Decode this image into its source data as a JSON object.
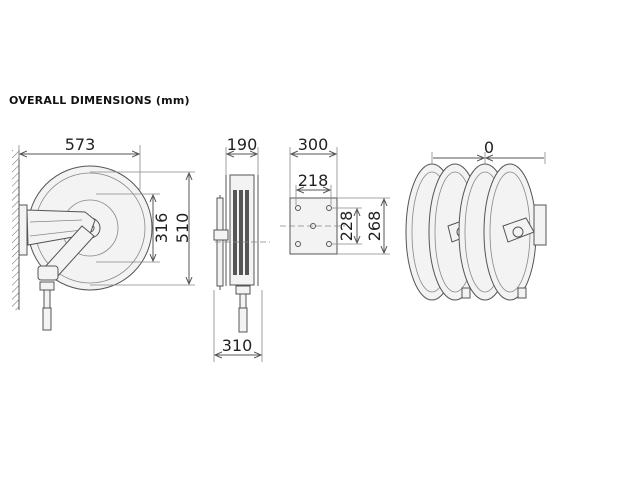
{
  "title": "OVERALL DIMENSIONS (mm)",
  "dimensions": {
    "reel_width": "573",
    "reel_diameter": "510",
    "hub_height": "316",
    "side_depth": "190",
    "base_depth": "310",
    "bracket_width": "300",
    "bracket_hole_width": "218",
    "bracket_hole_height": "228",
    "bracket_height": "268",
    "gap_between_reels": "0"
  }
}
